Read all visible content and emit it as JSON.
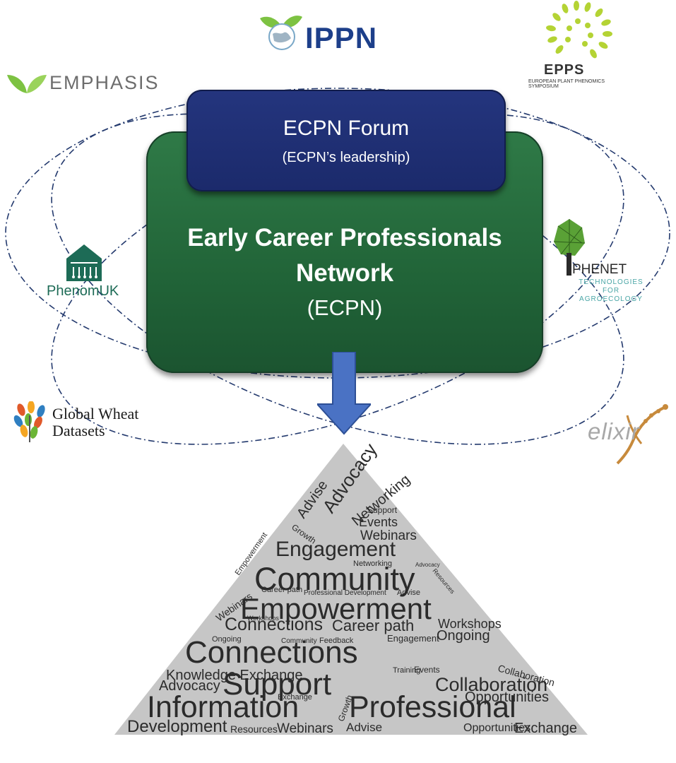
{
  "forum": {
    "title": "ECPN Forum",
    "subtitle": "(ECPN’s leadership)"
  },
  "network": {
    "title": "Early Career Professionals Network",
    "abbr": "(ECPN)"
  },
  "logos": {
    "ippn": "IPPN",
    "emphasis": "EMPHASIS",
    "epps": "EPPS",
    "epps_sub": "EUROPEAN PLANT PHENOMICS SYMPOSIUM",
    "phenomuk": "PhenomUK",
    "phenet": "PHENET",
    "phenet_sub": "TECHNOLOGIES FOR AGROECOLOGY",
    "gwd_line1": "Global Wheat",
    "gwd_line2": "Datasets",
    "elixir": "elixir"
  },
  "colors": {
    "forum_box": "#1b2a6b",
    "network_box": "#216438",
    "arrow": "#4a72c4",
    "triangle": "#c6c6c6",
    "orbit": "#243a6e"
  },
  "word_cloud": {
    "words": [
      "Advise",
      "Advocacy",
      "Networking",
      "Support",
      "Growth",
      "Events",
      "Webinars",
      "Engagement",
      "Community",
      "Empowerment",
      "Networking",
      "Advocacy",
      "Resources",
      "Career path",
      "Professional Development",
      "Advise",
      "Empowerment",
      "Webinars",
      "Workshops",
      "Connections",
      "Career path",
      "Workshops",
      "Ongoing",
      "Community",
      "Feedback",
      "Engagement",
      "Ongoing",
      "Connections",
      "Knowledge Exchange",
      "Training",
      "Events",
      "Collaboration",
      "Advocacy",
      "Support",
      "Collaboration",
      "Exchange",
      "Opportunities",
      "Information",
      "Professional",
      "Development",
      "Resources",
      "Webinars",
      "Growth",
      "Advise",
      "Opportunities",
      "Exchange",
      "Feedback",
      "Information"
    ]
  }
}
